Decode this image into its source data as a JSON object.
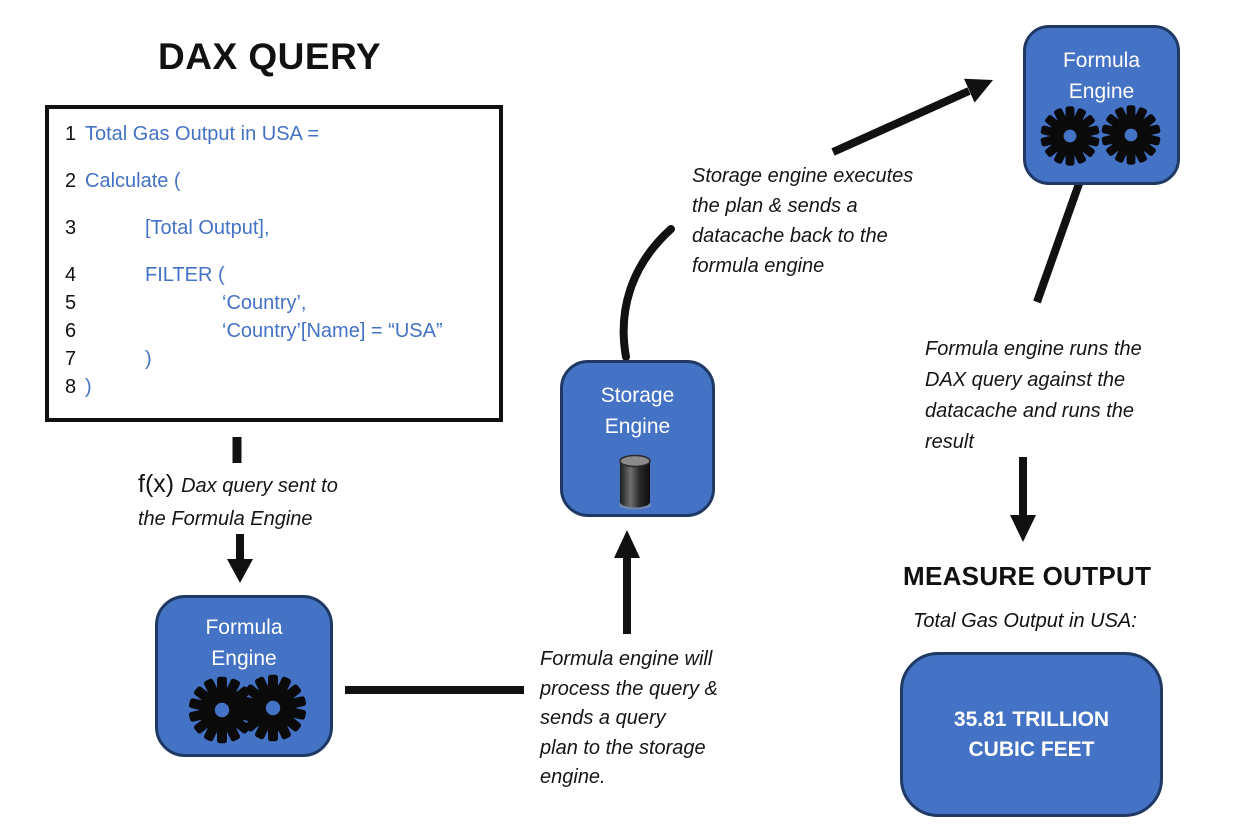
{
  "title": "DAX QUERY",
  "code_box": {
    "lines": [
      {
        "num": "1",
        "code": "Total Gas Output in USA ="
      },
      {
        "num": "2",
        "code": "Calculate ("
      },
      {
        "num": "3",
        "code": "[Total Output],"
      },
      {
        "num": "4",
        "code": "FILTER ("
      },
      {
        "num": "5",
        "code": "‘Country’,"
      },
      {
        "num": "6",
        "code": "‘Country’[Name] = “USA”"
      },
      {
        "num": "7",
        "code": ")"
      },
      {
        "num": "8",
        "code": ")"
      }
    ]
  },
  "annotations": {
    "fx_symbol": "f(x)",
    "dax_sent": {
      "line1": "Dax query sent to",
      "line2": "the Formula Engine"
    },
    "fe_process": {
      "lines": [
        "Formula engine will",
        "process the query &",
        "sends a query",
        "plan to the storage",
        "engine."
      ]
    },
    "se_executes": {
      "lines": [
        "Storage engine executes",
        "the plan & sends a",
        "datacache back to the",
        "formula engine"
      ]
    },
    "fe_runs": {
      "lines": [
        "Formula engine runs the",
        "DAX query against the",
        "datacache and runs the",
        "result"
      ]
    }
  },
  "nodes": {
    "formula_engine_bottom": {
      "line1": "Formula",
      "line2": "Engine",
      "icon": "gears-icon"
    },
    "storage_engine": {
      "line1": "Storage",
      "line2": "Engine",
      "icon": "database-cylinder-icon"
    },
    "formula_engine_top": {
      "line1": "Formula",
      "line2": "Engine",
      "icon": "gears-icon"
    }
  },
  "measure_output": {
    "heading": "MEASURE OUTPUT",
    "subtitle": "Total Gas Output in USA:",
    "result": {
      "line1": "35.81 TRILLION",
      "line2": "CUBIC FEET"
    }
  },
  "colors": {
    "node_fill": "#4472C4",
    "node_border": "#1F3864",
    "code_text": "#4472C4",
    "arrow": "#111111"
  }
}
